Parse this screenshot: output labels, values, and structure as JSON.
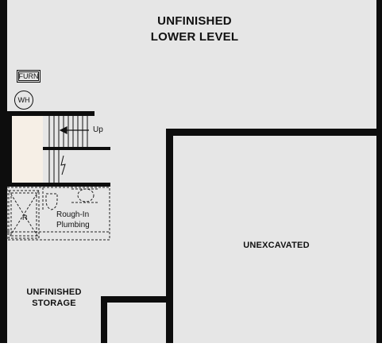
{
  "rooms": {
    "unfinished_lower_level": [
      "UNFINISHED",
      "LOWER LEVEL"
    ],
    "unexcavated": "UNEXCAVATED",
    "unfinished_storage": [
      "UNFINISHED",
      "STORAGE"
    ]
  },
  "fixtures": {
    "furnace": "FURN",
    "water_heater": "WH"
  },
  "stairs": {
    "direction_label": "Up"
  },
  "plumbing": {
    "label": [
      "Rough-In",
      "Plumbing"
    ]
  },
  "colors": {
    "floor": "#e6e6e6",
    "wall": "#0d0d0d",
    "stair_landing": "#f6efe6",
    "background": "#ffffff"
  }
}
